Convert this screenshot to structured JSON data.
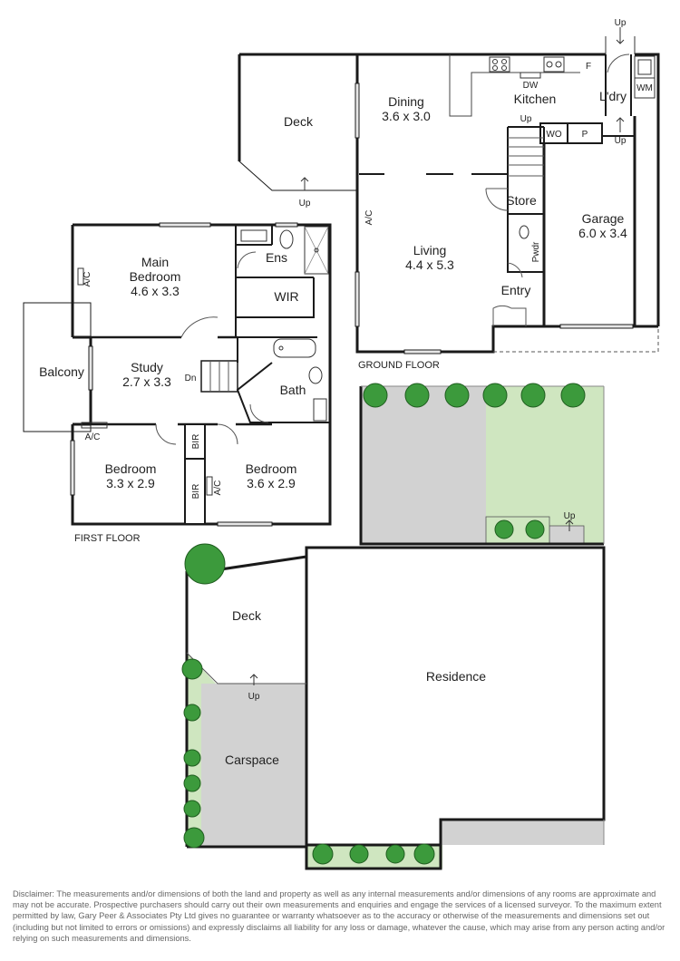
{
  "colors": {
    "lawn": "#cfe6c0",
    "paving": "#d2d2d2",
    "wall": "#1a1a1a",
    "tree": "#3c9a3c",
    "window": "#e6e6e6"
  },
  "ground_floor": {
    "label": "GROUND FLOOR",
    "deck": {
      "name": "Deck",
      "up": "Up"
    },
    "dining": {
      "name": "Dining",
      "size": "3.6 x 3.0"
    },
    "kitchen": {
      "name": "Kitchen",
      "dw": "DW",
      "f": "F"
    },
    "laundry": {
      "name": "L'dry",
      "wm": "WM",
      "up_top": "Up",
      "up_side": "Up"
    },
    "wo": "WO",
    "pantry": "P",
    "stair_up": "Up",
    "store": "Store",
    "living": {
      "name": "Living",
      "size": "4.4 x 5.3",
      "ac": "A/C"
    },
    "pwdr": "Pwdr",
    "entry": "Entry",
    "garage": {
      "name": "Garage",
      "size": "6.0 x 3.4"
    }
  },
  "first_floor": {
    "label": "FIRST FLOOR",
    "main_bedroom": {
      "name": "Main",
      "name2": "Bedroom",
      "size": "4.6 x 3.3",
      "ac": "A/C"
    },
    "ensuite": "Ens",
    "wir": "WIR",
    "balcony": "Balcony",
    "study": {
      "name": "Study",
      "size": "2.7 x 3.3",
      "dn": "Dn"
    },
    "bath": "Bath",
    "bedroom_left": {
      "name": "Bedroom",
      "size": "3.3 x 2.9",
      "ac": "A/C"
    },
    "bedroom_right": {
      "name": "Bedroom",
      "size": "3.6 x 2.9",
      "ac": "A/C"
    },
    "bir_top": "BIR",
    "bir_bottom": "BIR"
  },
  "site": {
    "yard_up": "Up",
    "deck": "Deck",
    "deck_up": "Up",
    "carspace": "Carspace",
    "residence": "Residence"
  },
  "disclaimer": "Disclaimer: The measurements and/or dimensions of both the land and property as well as any internal measurements and/or dimensions of any rooms are approximate and may not be accurate. Prospective purchasers should carry out their own measurements and enquiries and engage the services of a licensed surveyor. To the maximum extent permitted by law, Gary Peer & Associates Pty Ltd gives no guarantee or warranty whatsoever as to the accuracy or otherwise of the measurements and dimensions set out (including but not limited to errors or omissions) and expressly disclaims all liability for any loss or damage, whatever the cause, which may arise from any person acting and/or relying on such measurements and dimensions."
}
